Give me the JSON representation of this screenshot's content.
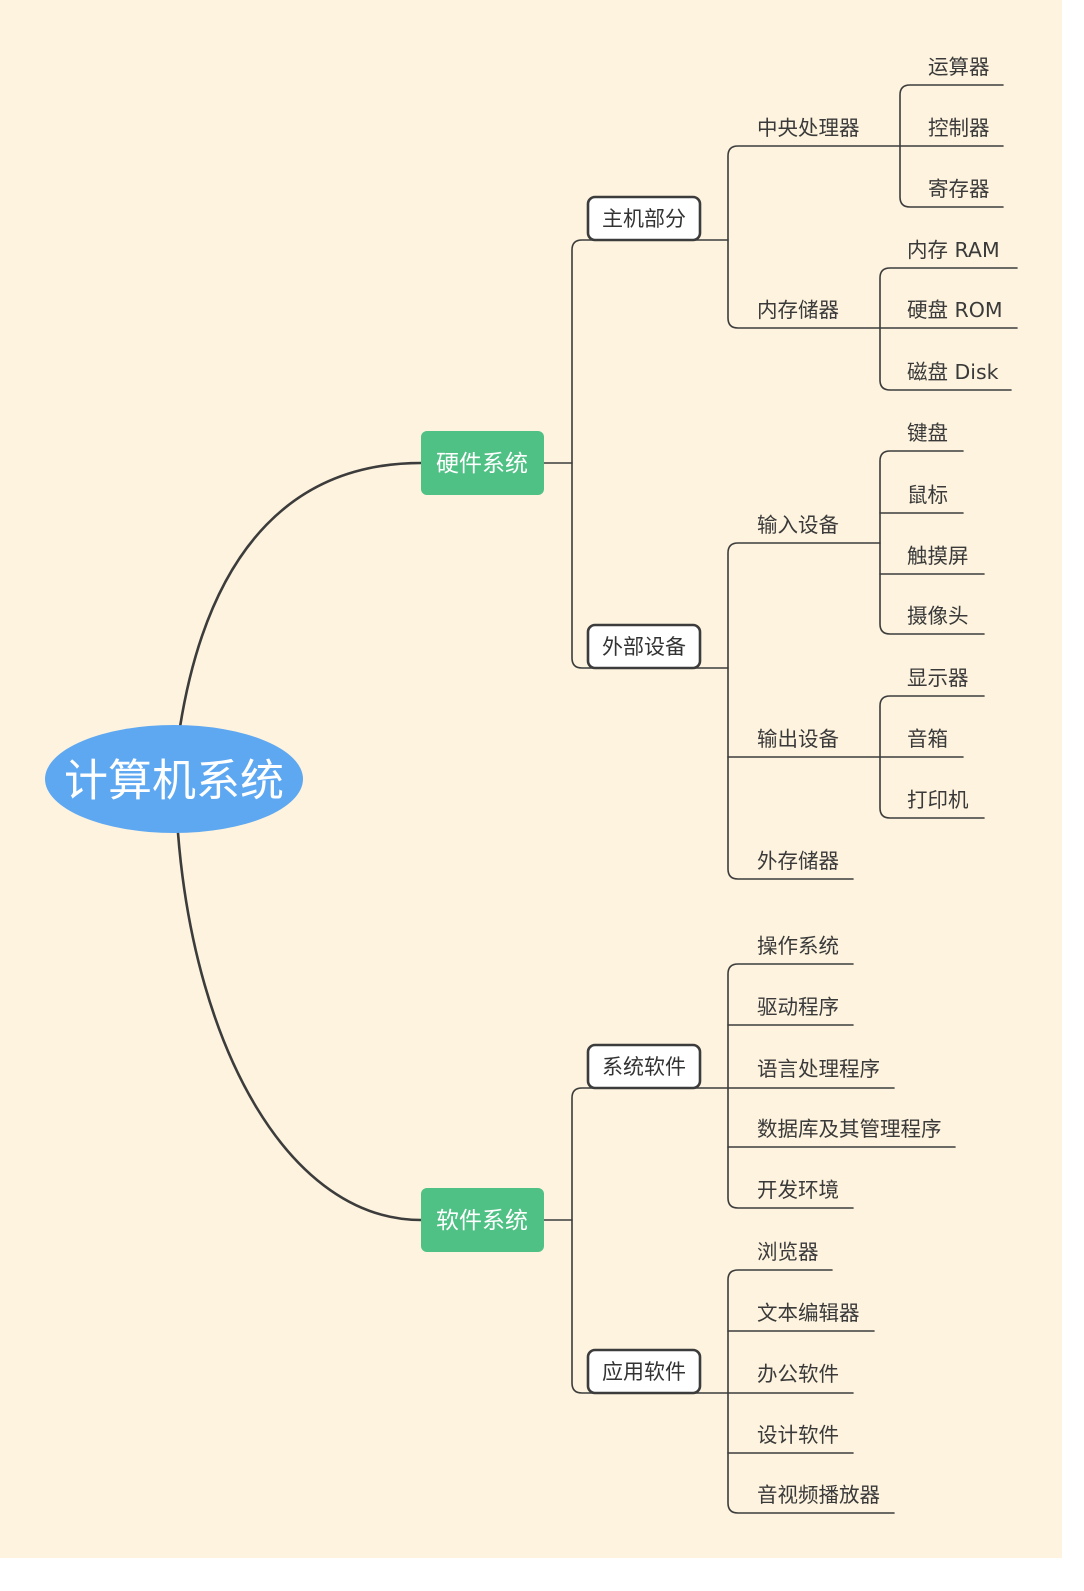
{
  "colors": {
    "background": "#fdf3de",
    "root_fill": "#5ea8f2",
    "branch_fill": "#50c185",
    "box_fill": "#ffffff",
    "line": "#3c3c3c",
    "text": "#3a3a3a"
  },
  "root": {
    "label": "计算机系统"
  },
  "hardware": {
    "label": "硬件系统",
    "main_unit": {
      "label": "主机部分",
      "cpu": {
        "label": "中央处理器",
        "items": [
          "运算器",
          "控制器",
          "寄存器"
        ]
      },
      "memory": {
        "label": "内存储器",
        "items": [
          "内存 RAM",
          "硬盘 ROM",
          "磁盘 Disk"
        ]
      }
    },
    "peripherals": {
      "label": "外部设备",
      "input": {
        "label": "输入设备",
        "items": [
          "键盘",
          "鼠标",
          "触摸屏",
          "摄像头"
        ]
      },
      "output": {
        "label": "输出设备",
        "items": [
          "显示器",
          "音箱",
          "打印机"
        ]
      },
      "external_storage": {
        "label": "外存储器"
      }
    }
  },
  "software": {
    "label": "软件系统",
    "system": {
      "label": "系统软件",
      "items": [
        "操作系统",
        "驱动程序",
        "语言处理程序",
        "数据库及其管理程序",
        "开发环境"
      ]
    },
    "application": {
      "label": "应用软件",
      "items": [
        "浏览器",
        "文本编辑器",
        "办公软件",
        "设计软件",
        "音视频播放器"
      ]
    }
  }
}
